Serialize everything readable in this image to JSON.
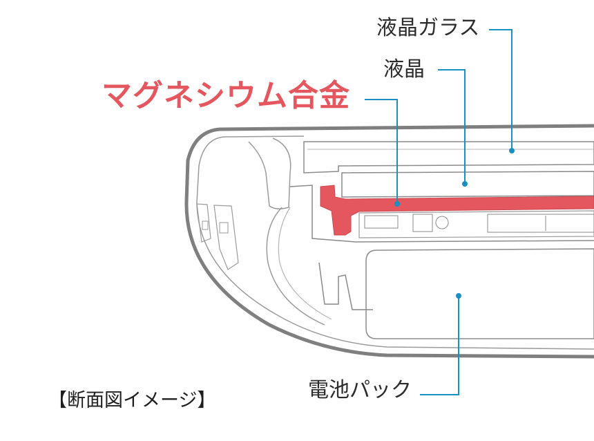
{
  "labels": {
    "lcd_glass": "液晶ガラス",
    "lcd": "液晶",
    "magnesium_alloy": "マグネシウム合金",
    "battery_pack": "電池パック",
    "caption": "【断面図イメージ】"
  },
  "colors": {
    "leader_line": "#1a8fc2",
    "magnesium_highlight": "#e5575f",
    "magnesium_label": "#e5575f",
    "outline": "#7f7f7f",
    "text": "#2b2b2b"
  }
}
